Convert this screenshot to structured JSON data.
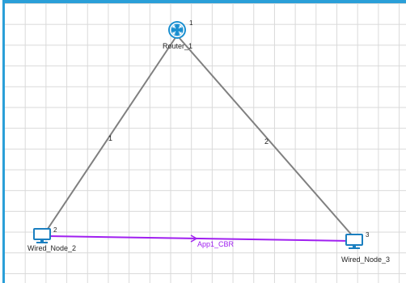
{
  "canvas": {
    "background": "#ffffff",
    "grid_color": "#d9d9d9",
    "frame_color": "#2a9fd8"
  },
  "nodes": {
    "router": {
      "name": "Router_1",
      "id": "1",
      "icon": "router-icon"
    },
    "node2": {
      "name": "Wired_Node_2",
      "id": "2",
      "icon": "computer-icon"
    },
    "node3": {
      "name": "Wired_Node_3",
      "id": "3",
      "icon": "computer-icon"
    }
  },
  "links": {
    "link1": {
      "label": "1",
      "color": "#808080"
    },
    "link2": {
      "label": "2",
      "color": "#808080"
    }
  },
  "application": {
    "label": "App1_CBR",
    "color": "#a020f0"
  }
}
